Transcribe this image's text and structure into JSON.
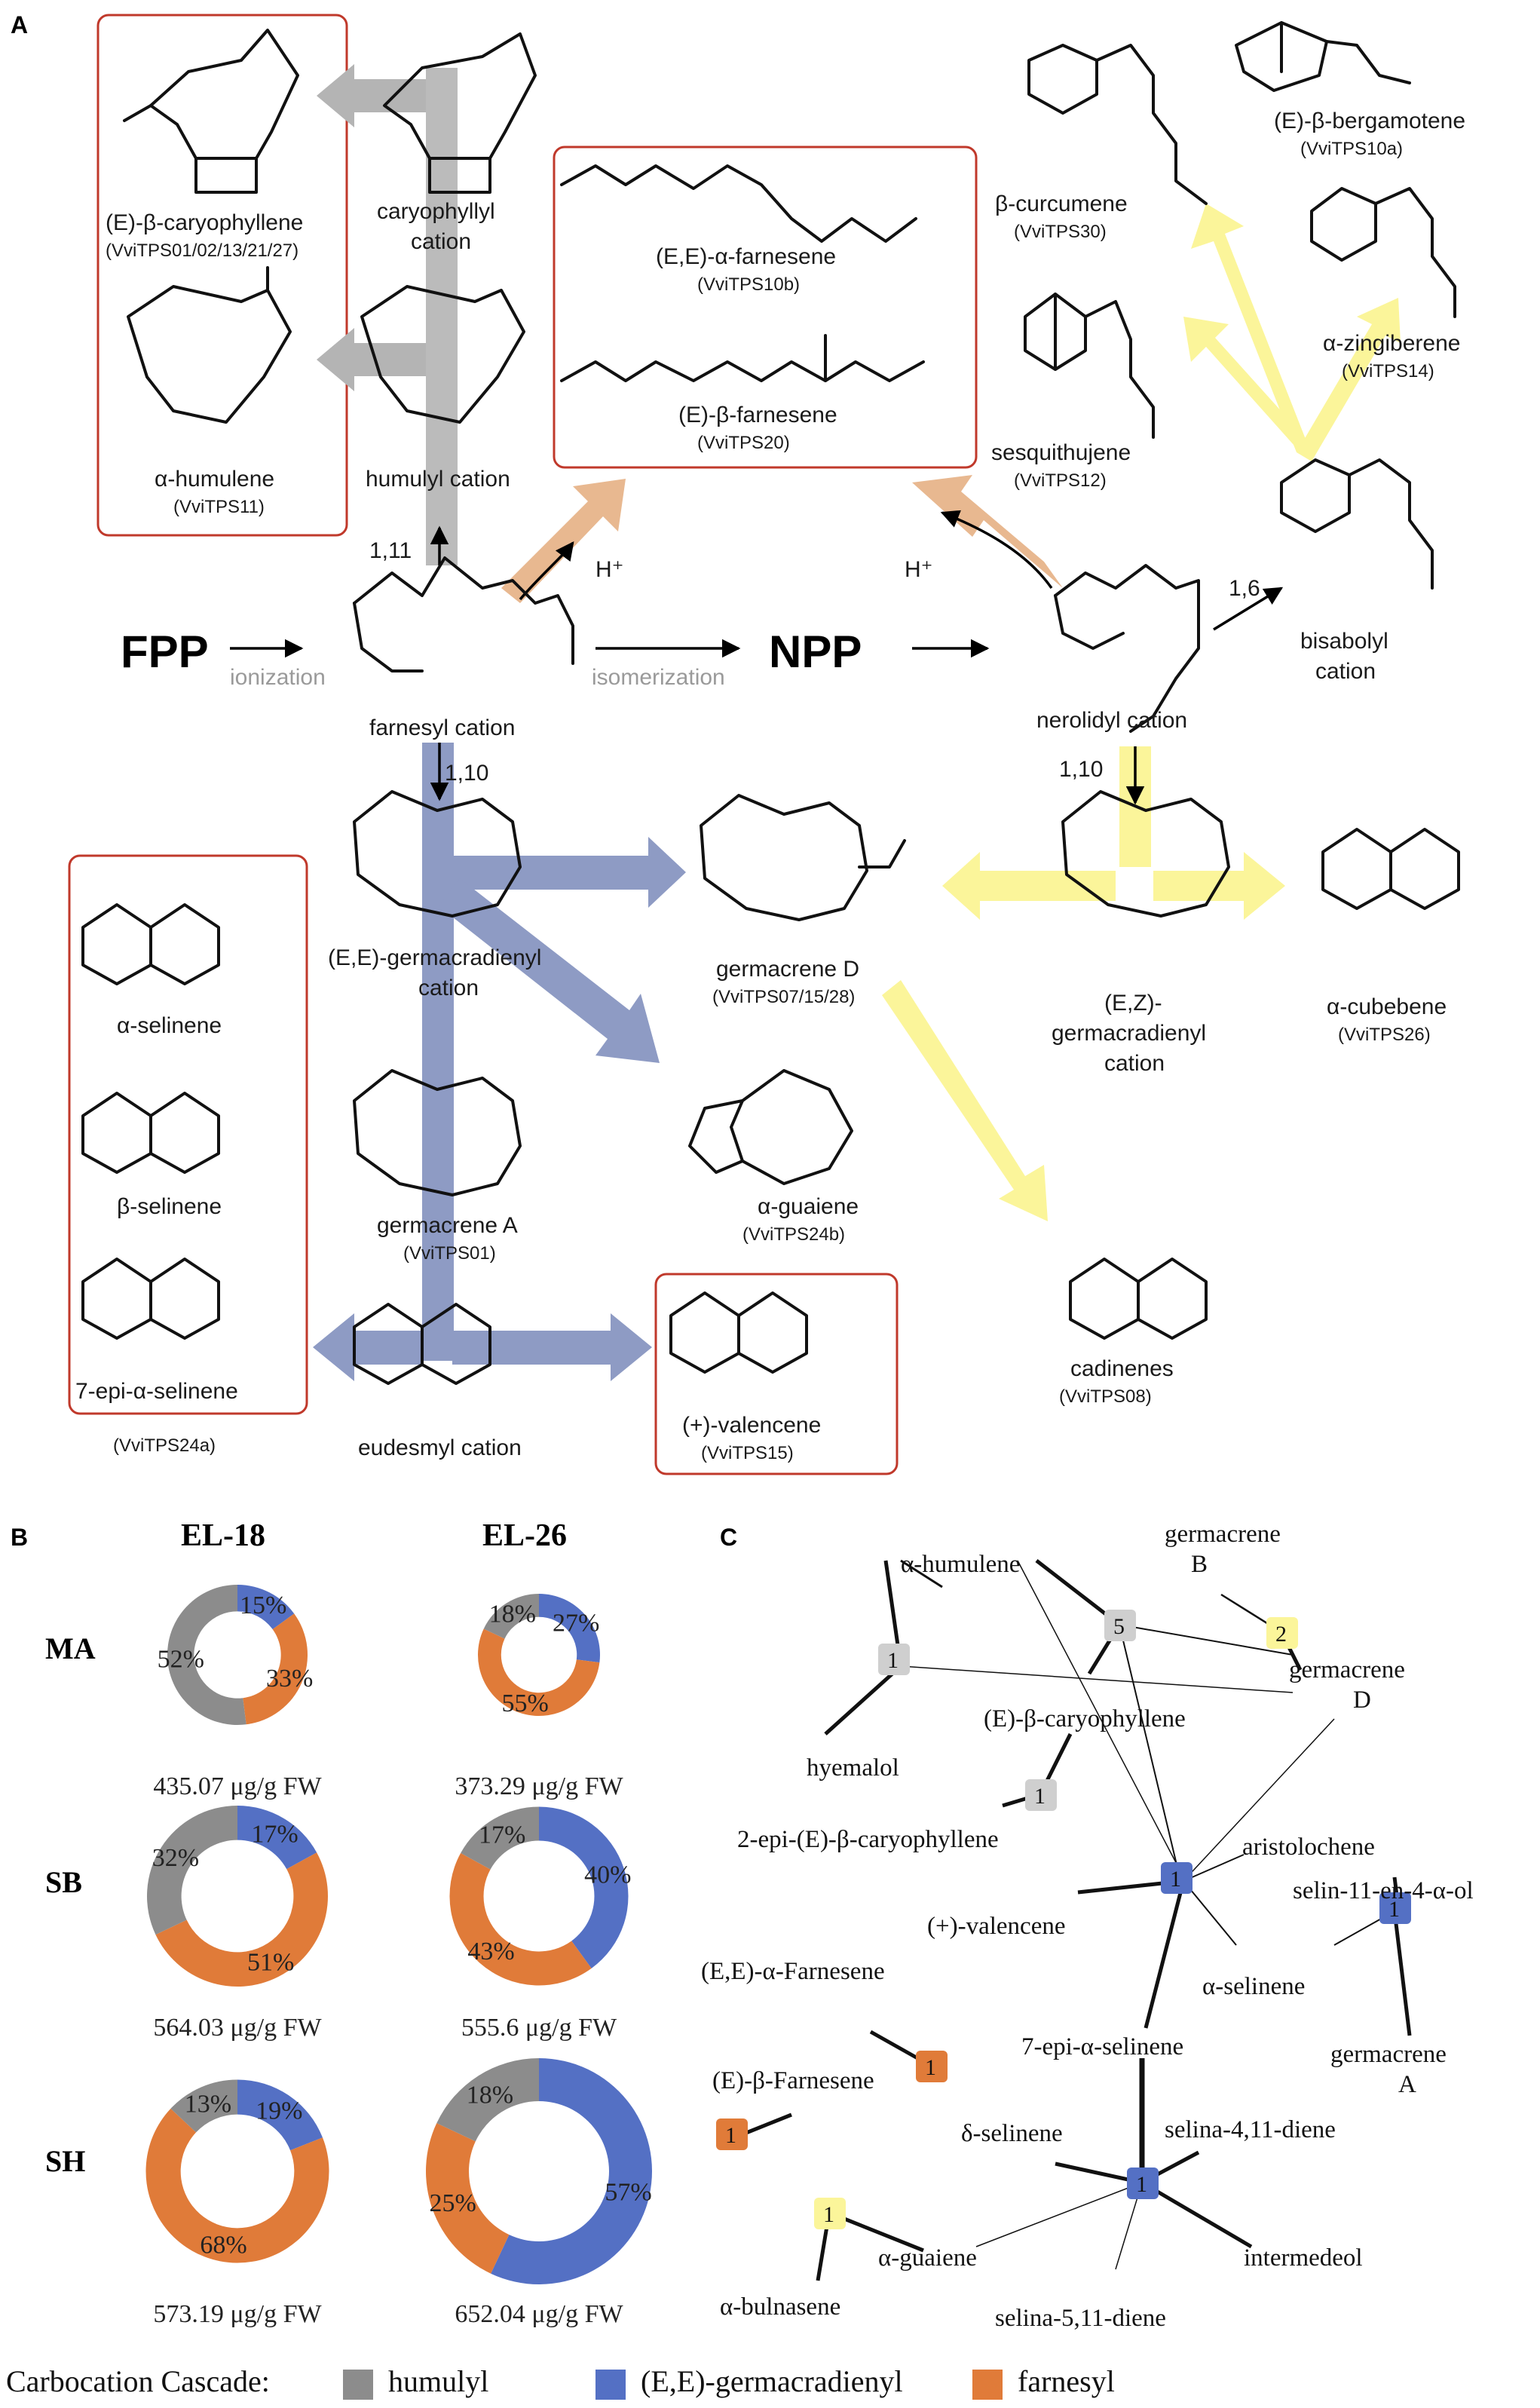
{
  "panel_labels": {
    "a": "A",
    "b": "B",
    "c": "C"
  },
  "colors": {
    "humulyl": "#8c8c8c",
    "germacradienyl": "#5470c4",
    "farnesyl": "#e07b39",
    "yellow": "#fbf59a",
    "blue_arrow": "#8e9bc4",
    "gray_arrow": "#b4b4b4",
    "orange_arrow": "#e8b890",
    "box_border": "#c0392b"
  },
  "pathway": {
    "fpp": "FPP",
    "npp": "NPP",
    "ionization": "ionization",
    "isomerization": "isomerization",
    "farnesyl_cation": "farnesyl cation",
    "nerolidyl_cation": "nerolidyl cation",
    "bisabolyl_cation": [
      "bisabolyl",
      "cation"
    ],
    "caryophyllyl_cation": [
      "caryophyllyl",
      "cation"
    ],
    "humulyl_cation": "humulyl cation",
    "ee_germacradienyl_cation": [
      "(E,E)-germacradienyl",
      "cation"
    ],
    "ez_germacradienyl_cation": [
      "(E,Z)-",
      "germacradienyl",
      "cation"
    ],
    "eudesmyl_cation": "eudesmyl cation",
    "step_111": "1,11",
    "step_110a": "1,10",
    "step_110b": "1,10",
    "step_16": "1,6",
    "hplus_a": "H⁺",
    "hplus_b": "H⁺",
    "products": {
      "e_caryophyllene": {
        "name": "(E)-β-caryophyllene",
        "gene": "(VviTPS01/02/13/21/27)"
      },
      "humulene": {
        "name": "α-humulene",
        "gene": "(VviTPS11)"
      },
      "ee_farnesene": {
        "name": "(E,E)-α-farnesene",
        "gene": "(VviTPS10b)"
      },
      "e_farnesene": {
        "name": "(E)-β-farnesene",
        "gene": "(VviTPS20)"
      },
      "curcumene": {
        "name": "β-curcumene",
        "gene": "(VviTPS30)"
      },
      "bergamotene": {
        "name": "(E)-β-bergamotene",
        "gene": "(VviTPS10a)"
      },
      "zingiberene": {
        "name": "α-zingiberene",
        "gene": "(VviTPS14)"
      },
      "sesquithujene": {
        "name": "sesquithujene",
        "gene": "(VviTPS12)"
      },
      "germacrene_d": {
        "name": "germacrene D",
        "gene": "(VviTPS07/15/28)"
      },
      "guaiene": {
        "name": "α-guaiene",
        "gene": "(VviTPS24b)"
      },
      "germacrene_a": {
        "name": "germacrene A",
        "gene": "(VviTPS01)"
      },
      "valencene": {
        "name": "(+)-valencene",
        "gene": "(VviTPS15)"
      },
      "a_selinene": {
        "name": "α-selinene"
      },
      "b_selinene": {
        "name": "β-selinene"
      },
      "epi_selinene": {
        "name": "7-epi-α-selinene",
        "gene": "(VviTPS24a)"
      },
      "cubebene": {
        "name": "α-cubebene",
        "gene": "(VviTPS26)"
      },
      "cadinenes": {
        "name": "cadinenes",
        "gene": "(VviTPS08)"
      }
    }
  },
  "panel_b": {
    "columns": [
      "EL-18",
      "EL-26"
    ],
    "rows": [
      "MA",
      "SB",
      "SH"
    ]
  },
  "chart_data": {
    "type": "pie",
    "subtype": "donut",
    "series_order": [
      "humulyl",
      "(E,E)-germacradienyl",
      "farnesyl"
    ],
    "charts": [
      {
        "row": "MA",
        "column": "EL-18",
        "humulyl": 52,
        "germacradienyl": 15,
        "farnesyl": 33,
        "total": "435.07 μg/g FW",
        "scale": 0.62
      },
      {
        "row": "MA",
        "column": "EL-26",
        "humulyl": 18,
        "germacradienyl": 27,
        "farnesyl": 55,
        "total": "373.29 μg/g FW",
        "scale": 0.54
      },
      {
        "row": "SB",
        "column": "EL-18",
        "humulyl": 32,
        "germacradienyl": 17,
        "farnesyl": 51,
        "total": "564.03 μg/g FW",
        "scale": 0.8
      },
      {
        "row": "SB",
        "column": "EL-26",
        "humulyl": 17,
        "germacradienyl": 40,
        "farnesyl": 43,
        "total": "555.6 μg/g FW",
        "scale": 0.79
      },
      {
        "row": "SH",
        "column": "EL-18",
        "humulyl": 13,
        "germacradienyl": 19,
        "farnesyl": 68,
        "total": "573.19 μg/g FW",
        "scale": 0.81
      },
      {
        "row": "SH",
        "column": "EL-26",
        "humulyl": 18,
        "germacradienyl": 57,
        "farnesyl": 25,
        "total": "652.04 μg/g FW",
        "scale": 1.0
      }
    ]
  },
  "network": {
    "labels": {
      "a_humulene": "α-humulene",
      "germacrene_b_1": "germacrene",
      "germacrene_b_2": "B",
      "germacrene_d_1": "germacrene",
      "germacrene_d_2": "D",
      "e_caryophyllene": "(E)-β-caryophyllene",
      "hyemalol": "hyemalol",
      "epi_caryophyllene": "2-epi-(E)-β-caryophyllene",
      "aristolochene": "aristolochene",
      "selinenol": "selin-11-en-4-α-ol",
      "valencene": "(+)-valencene",
      "ee_farnesene": "(E,E)-α-Farnesene",
      "a_selinene": "α-selinene",
      "germacrene_a_1": "germacrene",
      "germacrene_a_2": "A",
      "epi_selinene": "7-epi-α-selinene",
      "e_farnesene": "(E)-β-Farnesene",
      "d_selinene": "δ-selinene",
      "selina411": "selina-4,11-diene",
      "a_bulnasene": "α-bulnasene",
      "a_guaiene": "α-guaiene",
      "intermedeol": "intermedeol",
      "selina511": "selina-5,11-diene"
    },
    "nodes": {
      "n1": "1",
      "n5": "5",
      "n2": "2",
      "n1b": "1",
      "n1c": "1",
      "n1d": "1",
      "n1e": "1",
      "n1f": "1",
      "n1g": "1",
      "n1h": "1"
    }
  },
  "legend": {
    "title": "Carbocation Cascade:",
    "humulyl": "humulyl",
    "germacradienyl": "(E,E)-germacradienyl",
    "farnesyl": "farnesyl"
  }
}
